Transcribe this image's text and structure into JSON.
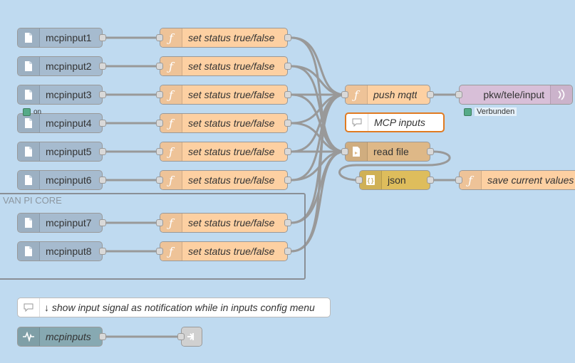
{
  "group": {
    "label": "VAN PI CORE"
  },
  "inputs": [
    {
      "label": "mcpinput1"
    },
    {
      "label": "mcpinput2"
    },
    {
      "label": "mcpinput3"
    },
    {
      "label": "mcpinput4"
    },
    {
      "label": "mcpinput5"
    },
    {
      "label": "mcpinput6"
    },
    {
      "label": "mcpinput7"
    },
    {
      "label": "mcpinput8"
    }
  ],
  "functions": [
    {
      "label": "set status true/false"
    },
    {
      "label": "set status true/false"
    },
    {
      "label": "set status true/false"
    },
    {
      "label": "set status true/false"
    },
    {
      "label": "set status true/false"
    },
    {
      "label": "set status true/false"
    },
    {
      "label": "set status true/false"
    },
    {
      "label": "set status true/false"
    }
  ],
  "input3_status": "on",
  "push_mqtt": {
    "label": "push mqtt"
  },
  "mqtt_out": {
    "label": "pkw/tele/input",
    "status": "Verbunden"
  },
  "comment_mcp": {
    "label": "MCP inputs"
  },
  "read_file": {
    "label": "read file"
  },
  "json_node": {
    "label": "json"
  },
  "save_values": {
    "label": "save current values"
  },
  "comment_notify": {
    "label": "↓ show input signal as notification while in inputs config menu"
  },
  "mcpinputs_link": {
    "label": "mcpinputs"
  },
  "icons": {
    "inject": "file-icon",
    "function": "function-icon",
    "mqtt": "mqtt-wave-icon",
    "comment": "speech-bubble-icon",
    "file": "file-in-icon",
    "json": "json-braces-icon",
    "link": "link-out-icon",
    "pulse": "pulse-icon"
  },
  "colors": {
    "canvas": "#bfdaf0",
    "inject": "#a6bbcf",
    "function": "#fdd0a2",
    "mqtt": "#d8bfd8",
    "file": "#deb887",
    "json": "#debd5c",
    "selected": "#e07b22",
    "status_green": "#55aa88"
  }
}
